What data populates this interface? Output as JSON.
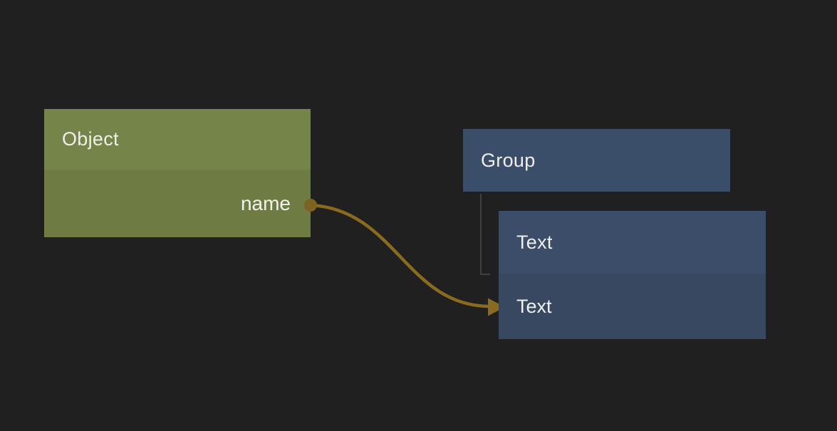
{
  "canvas": {
    "background_color": "#202021"
  },
  "nodes": {
    "object": {
      "title": "Object",
      "header_color": "#758448",
      "body_color": "#6e7c43",
      "outputs": [
        {
          "label": "name",
          "port_color": "#7d6220"
        }
      ]
    },
    "group": {
      "title": "Group",
      "color": "#3b4e69"
    },
    "text": {
      "title": "Text",
      "header_color": "#3b4d69",
      "body_color": "#374860",
      "rows": [
        {
          "label": "Text"
        }
      ]
    }
  },
  "edges": [
    {
      "source": "Object.name",
      "target": "Text.Text",
      "color": "#8a6a1e",
      "style": "bezier-arrow"
    },
    {
      "source": "Group",
      "target": "Text",
      "color": "#3f4040",
      "style": "tree-elbow"
    }
  ]
}
